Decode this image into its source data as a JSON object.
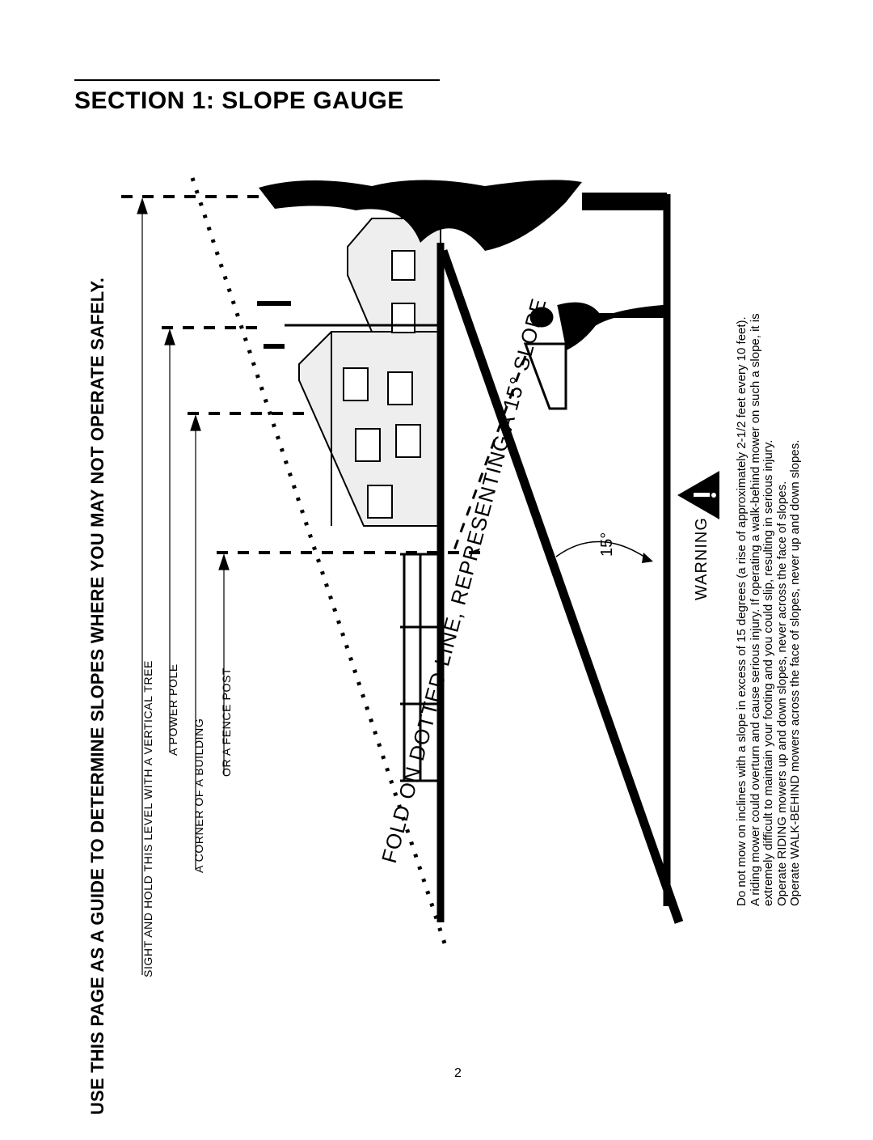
{
  "section_title": "SECTION 1:  SLOPE GAUGE",
  "main_heading": "USE THIS PAGE AS A GUIDE TO DETERMINE SLOPES WHERE YOU MAY NOT OPERATE SAFELY.",
  "guides": {
    "tree": "SIGHT AND HOLD THIS LEVEL WITH A VERTICAL TREE",
    "power_pole": "A POWER POLE",
    "building": "A CORNER OF A BUILDING",
    "fence_post": "OR A FENCE POST"
  },
  "fold_line_label": "FOLD ON DOTTED LINE, REPRESENTING A 15° SLOPE",
  "angle_label": "15°",
  "warning": {
    "label": "WARNING",
    "icon": "warning-triangle-icon",
    "lines": [
      "Do not mow on inclines with a slope in excess of 15 degrees (a rise of approximately 2-1/2 feet every 10 feet).",
      "A riding mower could overturn and cause serious injury. If operating a walk-behind mower on such a slope, it is",
      "extremely difficult to maintain your footing and you could slip, resulting in serious injury.",
      "Operate RIDING mowers up and down slopes, never across the face of slopes.",
      "Operate WALK-BEHIND mowers across the face of slopes, never up and down slopes."
    ]
  },
  "page_number": "2"
}
